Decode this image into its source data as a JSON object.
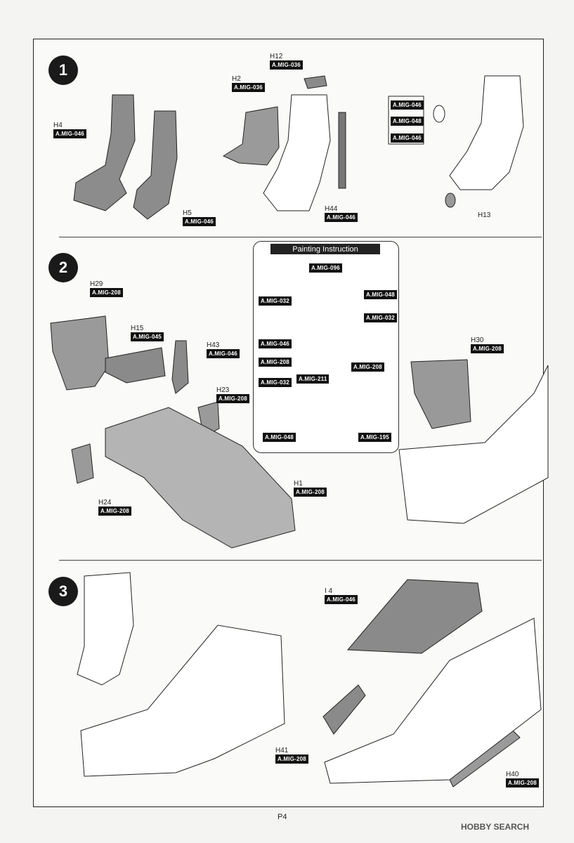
{
  "page": {
    "number": "P4"
  },
  "watermark": "HOBBY SEARCH",
  "steps": [
    {
      "num": "1"
    },
    {
      "num": "2"
    },
    {
      "num": "3"
    }
  ],
  "labels": {
    "h4": {
      "name": "H4",
      "code": "A.MIG-046"
    },
    "h5": {
      "name": "H5",
      "code": "A.MIG-046"
    },
    "h12": {
      "name": "H12",
      "code": "A.MIG-036"
    },
    "h2": {
      "name": "H2",
      "code": "A.MIG-036"
    },
    "h44": {
      "name": "H44",
      "code": "A.MIG-046"
    },
    "h13": {
      "name": "H13"
    },
    "h13c1": {
      "code": "A.MIG-046"
    },
    "h13c2": {
      "code": "A.MIG-048"
    },
    "h13c3": {
      "code": "A.MIG-046"
    },
    "h29": {
      "name": "H29",
      "code": "A.MIG-208"
    },
    "h15": {
      "name": "H15",
      "code": "A.MIG-045"
    },
    "h43": {
      "name": "H43",
      "code": "A.MIG-046"
    },
    "h23": {
      "name": "H23",
      "code": "A.MIG-208"
    },
    "h24": {
      "name": "H24",
      "code": "A.MIG-208"
    },
    "h1": {
      "name": "H1",
      "code": "A.MIG-208"
    },
    "h30": {
      "name": "H30",
      "code": "A.MIG-208"
    },
    "i4": {
      "name": "I 4",
      "code": "A.MIG-046"
    },
    "h41": {
      "name": "H41",
      "code": "A.MIG-208"
    },
    "h40": {
      "name": "H40",
      "code": "A.MIG-208"
    }
  },
  "painting": {
    "title": "Painting Instruction",
    "codes": [
      "A.MIG-096",
      "A.MIG-032",
      "A.MIG-048",
      "A.MIG-032",
      "A.MIG-046",
      "A.MIG-208",
      "A.MIG-208",
      "A.MIG-032",
      "A.MIG-211",
      "A.MIG-048",
      "A.MIG-195"
    ]
  }
}
